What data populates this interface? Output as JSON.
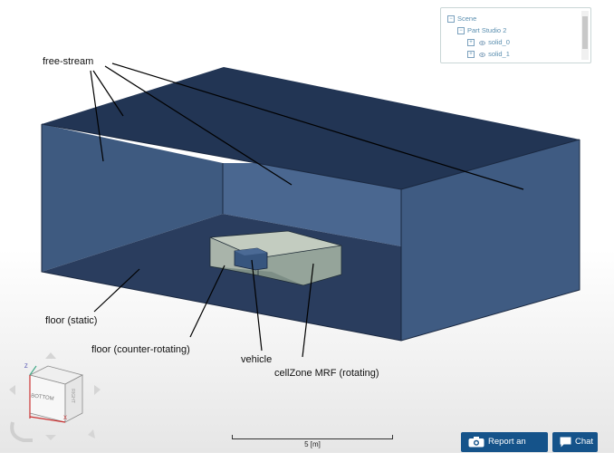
{
  "annotations": {
    "free_stream": "free-stream",
    "floor_static": "floor (static)",
    "floor_counter": "floor (counter-rotating)",
    "vehicle": "vehicle",
    "cellzone": "cellZone MRF (rotating)"
  },
  "scene_tree": {
    "root": "Scene",
    "studio": "Part Studio 2",
    "items": [
      "solid_0",
      "solid_1"
    ]
  },
  "view_cube": {
    "face_bottom": "BOTTOM",
    "face_right": "RIGHT",
    "axis_z": "Z",
    "axis_x": "X",
    "axis_y": "Y"
  },
  "scale_bar": {
    "label": "5 [m]"
  },
  "buttons": {
    "report": "Report an issue",
    "chat": "Chat"
  },
  "colors": {
    "top_face": "#223554",
    "side_face": "#3e5a80",
    "back_wall": "#4a6790",
    "floor": "#2a3d5e",
    "button": "#15538a"
  }
}
